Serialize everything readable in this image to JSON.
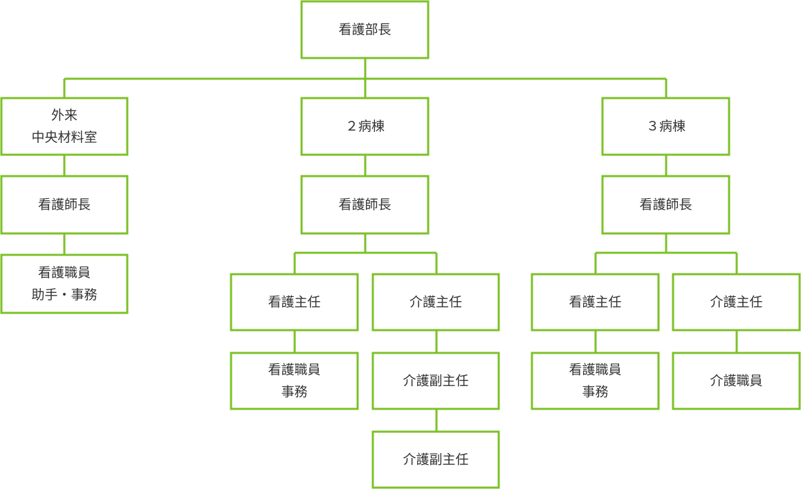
{
  "diagram": {
    "line_color": "#7cc128",
    "text_color": "#333333",
    "nodes": {
      "head": {
        "lines": [
          "看護部長"
        ]
      },
      "outpatient": {
        "lines": [
          "外来",
          "中央材料室"
        ]
      },
      "ward2": {
        "lines": [
          "２病棟"
        ]
      },
      "ward3": {
        "lines": [
          "３病棟"
        ]
      },
      "outpatient_head_nurse": {
        "lines": [
          "看護師長"
        ]
      },
      "ward2_head_nurse": {
        "lines": [
          "看護師長"
        ]
      },
      "ward3_head_nurse": {
        "lines": [
          "看護師長"
        ]
      },
      "outpatient_staff": {
        "lines": [
          "看護職員",
          "助手・事務"
        ]
      },
      "ward2_nursing_chief": {
        "lines": [
          "看護主任"
        ]
      },
      "ward2_care_chief": {
        "lines": [
          "介護主任"
        ]
      },
      "ward3_nursing_chief": {
        "lines": [
          "看護主任"
        ]
      },
      "ward3_care_chief": {
        "lines": [
          "介護主任"
        ]
      },
      "ward2_nursing_staff": {
        "lines": [
          "看護職員",
          "事務"
        ]
      },
      "ward2_care_deputy_1": {
        "lines": [
          "介護副主任"
        ]
      },
      "ward2_care_deputy_2": {
        "lines": [
          "介護副主任"
        ]
      },
      "ward3_nursing_staff": {
        "lines": [
          "看護職員",
          "事務"
        ]
      },
      "ward3_care_staff": {
        "lines": [
          "介護職員"
        ]
      }
    }
  }
}
